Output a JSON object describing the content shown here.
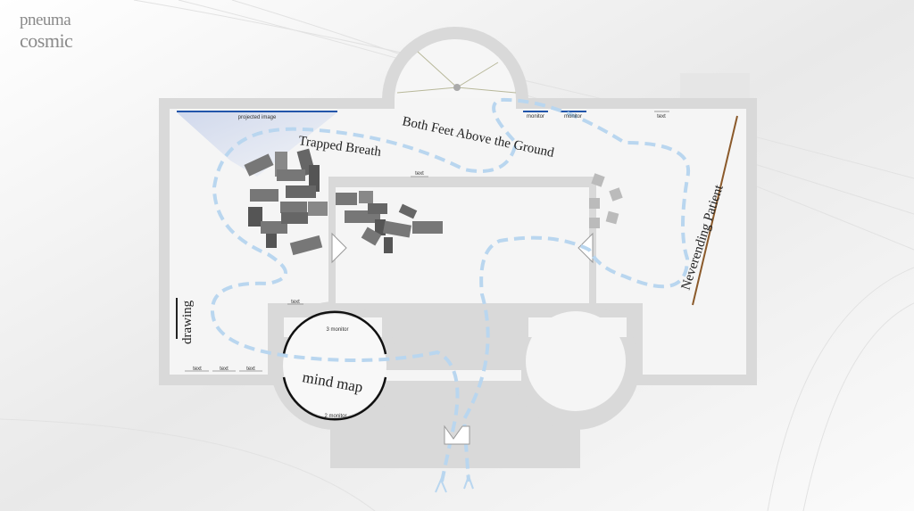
{
  "logo": {
    "line1": "pneuma",
    "line2": "cosmic"
  },
  "works": {
    "trapped_breath": "Trapped Breath",
    "both_feet": "Both Feet Above the Ground",
    "neverending": "Neverending Patient",
    "drawing": "drawing",
    "mind_map": "mind map"
  },
  "labels": {
    "projected_image": "projected image",
    "monitor_1": "monitor",
    "monitor_2": "monitor",
    "text_top_right": "text",
    "text_center": "text",
    "text_mid_left": "text",
    "text_bottom_1": "text",
    "text_bottom_2": "text",
    "text_bottom_3": "text",
    "monitor_3": "3 monitor",
    "monitor_2b": "2 monitor"
  },
  "colors": {
    "path": "#b9d6ef",
    "wall": "#d9d9d9",
    "accent": "#2255aa",
    "diagonal": "#8b5a2b"
  }
}
